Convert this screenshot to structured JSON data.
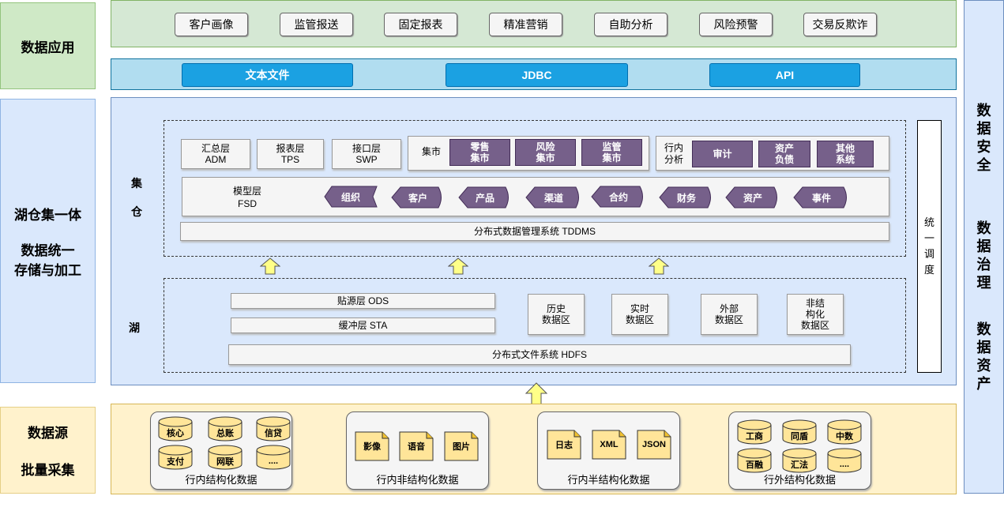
{
  "left": {
    "app": "数据应用",
    "lakehouse_line1": "湖仓集一体",
    "lakehouse_line2": "数据统一",
    "lakehouse_line3": "存储与加工",
    "source_line1": "数据源",
    "source_line2": "批量采集"
  },
  "apps": [
    "客户画像",
    "监管报送",
    "固定报表",
    "精准营销",
    "自助分析",
    "风险预警",
    "交易反欺诈"
  ],
  "interfaces": [
    "文本文件",
    "JDBC",
    "API"
  ],
  "warehouse": {
    "label_line1": "集",
    "label_line2": "仓",
    "adm_line1": "汇总层",
    "adm_line2": "ADM",
    "tps_line1": "报表层",
    "tps_line2": "TPS",
    "swp_line1": "接口层",
    "swp_line2": "SWP",
    "mart_label": "集市",
    "marts": [
      {
        "l1": "零售",
        "l2": "集市"
      },
      {
        "l1": "风险",
        "l2": "集市"
      },
      {
        "l1": "监管",
        "l2": "集市"
      }
    ],
    "analysis_line1": "行内",
    "analysis_line2": "分析",
    "analysis": [
      {
        "l1": "审计",
        "l2": ""
      },
      {
        "l1": "资产",
        "l2": "负债"
      },
      {
        "l1": "其他",
        "l2": "系统"
      }
    ],
    "fsd_line1": "模型层",
    "fsd_line2": "FSD",
    "subjects": [
      "组织",
      "客户",
      "产品",
      "渠道",
      "合约",
      "财务",
      "资产",
      "事件"
    ],
    "tddms": "分布式数据管理系统 TDDMS"
  },
  "lake": {
    "label": "湖",
    "ods": "贴源层 ODS",
    "sta": "缓冲层 STA",
    "zones": [
      {
        "l1": "历史",
        "l2": "数据区",
        "l3": ""
      },
      {
        "l1": "实时",
        "l2": "数据区",
        "l3": ""
      },
      {
        "l1": "外部",
        "l2": "数据区",
        "l3": ""
      },
      {
        "l1": "非结",
        "l2": "构化",
        "l3": "数据区"
      }
    ],
    "hdfs": "分布式文件系统 HDFS"
  },
  "schedule": [
    "统",
    "一",
    "调",
    "度"
  ],
  "right": {
    "security": [
      "数",
      "据",
      "安",
      "全"
    ],
    "governance": [
      "数",
      "据",
      "治",
      "理"
    ],
    "assets": [
      "数",
      "据",
      "资",
      "产"
    ]
  },
  "sources": {
    "structured": {
      "items": [
        "核心",
        "总账",
        "信贷",
        "支付",
        "网联",
        "...."
      ],
      "title": "行内结构化数据"
    },
    "unstructured": {
      "items": [
        "影像",
        "语音",
        "图片"
      ],
      "title": "行内非结构化数据"
    },
    "semistructured": {
      "items": [
        "日志",
        "XML",
        "JSON"
      ],
      "title": "行内半结构化数据"
    },
    "external": {
      "items": [
        "工商",
        "同盾",
        "中数",
        "百融",
        "汇法",
        "...."
      ],
      "title": "行外结构化数据"
    }
  },
  "colors": {
    "purple": "#76608a",
    "arrow": "#ffff88",
    "interface": "#1ba1e2"
  }
}
